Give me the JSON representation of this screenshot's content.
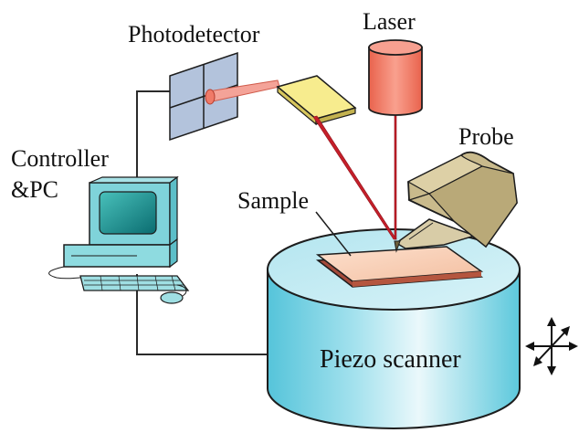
{
  "labels": {
    "photodetector": "Photodetector",
    "laser": "Laser",
    "controller_line1": "Controller",
    "controller_line2": "&PC",
    "probe": "Probe",
    "sample": "Sample",
    "piezo_scanner": "Piezo scanner"
  },
  "icons": {
    "axes": "four-way-arrow-icon"
  },
  "colors": {
    "laser_body": "#f2826e",
    "laser_beam": "#c41f2a",
    "cylinder_top": "#c6ecf3",
    "cylinder_side": "#6fcde0",
    "sample": "#f8d1b6",
    "mirror": "#f7ec8e",
    "detector": "#a9bbd6",
    "probe_body": "#c9ba8c",
    "monitor": "#7fd3da",
    "screen": "#1c8f90"
  }
}
